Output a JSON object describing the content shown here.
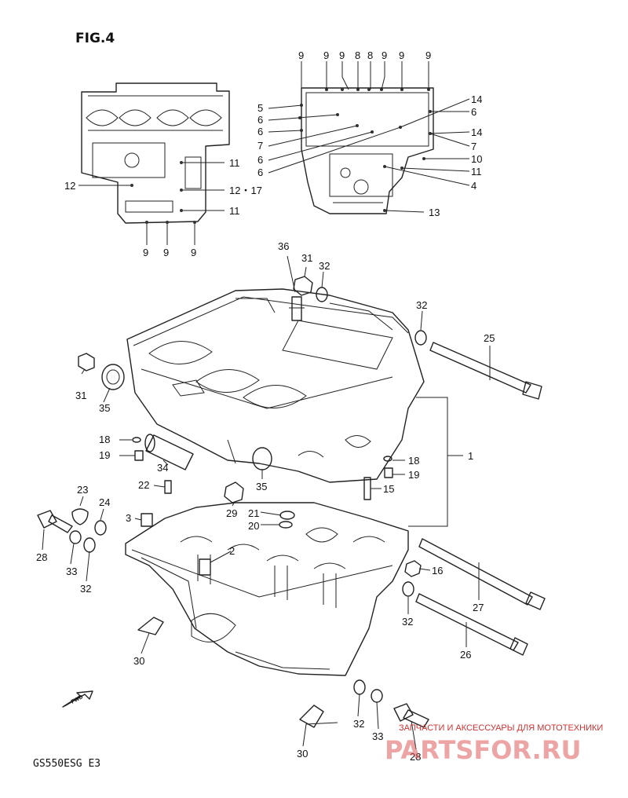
{
  "figure_title": "FIG.4",
  "model_code": "GS550ESG  E3",
  "watermark": {
    "tagline": "ЗАПЧАСТИ И АКСЕССУАРЫ ДЛЯ МОТОТЕХНИКИ",
    "brand": "PARTSFOR.RU"
  },
  "detail_left": {
    "callouts": [
      "11",
      "12",
      "12・17",
      "11",
      "9",
      "9",
      "9"
    ]
  },
  "detail_right": {
    "top_callouts": [
      "9",
      "9",
      "9",
      "8",
      "8",
      "9",
      "9",
      "9"
    ],
    "left_callouts": [
      "5",
      "6",
      "6",
      "7",
      "6",
      "6"
    ],
    "right_callouts": [
      "14",
      "6",
      "14",
      "7",
      "10",
      "11",
      "4",
      "13"
    ]
  },
  "main_callouts": [
    "36",
    "31",
    "32",
    "32",
    "25",
    "31",
    "35",
    "1",
    "18",
    "19",
    "34",
    "35",
    "18",
    "19",
    "22",
    "15",
    "23",
    "24",
    "3",
    "29",
    "21",
    "20",
    "28",
    "33",
    "32",
    "2",
    "16",
    "27",
    "32",
    "26",
    "30",
    "32",
    "33",
    "28",
    "30"
  ],
  "fwd_label": "FWD"
}
